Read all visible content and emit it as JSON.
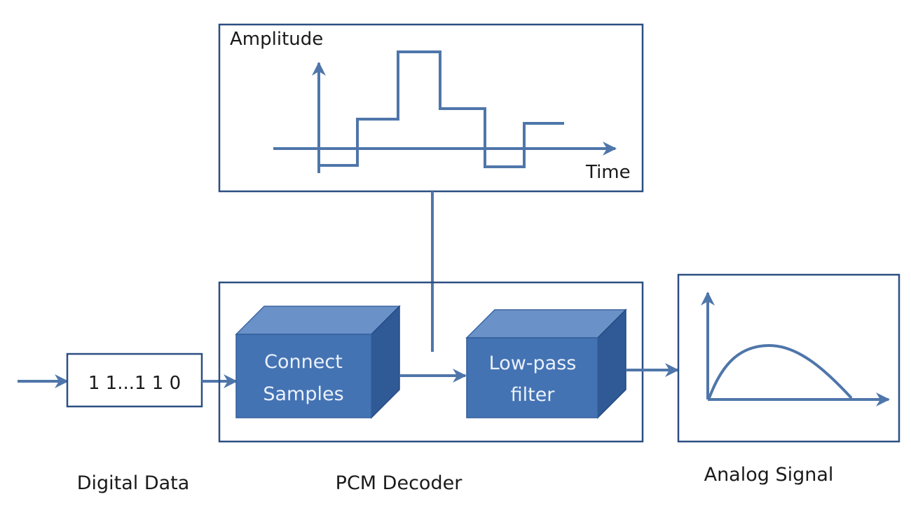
{
  "waveform_panel": {
    "y_axis_label": "Amplitude",
    "x_axis_label": "Time"
  },
  "input_box": {
    "bits": "1 1...1 1 0"
  },
  "decoder": {
    "block1_line1": "Connect",
    "block1_line2": "Samples",
    "block2_line1": "Low-pass",
    "block2_line2": "filter"
  },
  "captions": {
    "digital": "Digital Data",
    "decoder": "PCM Decoder",
    "analog": "Analog Signal"
  },
  "colors": {
    "line": "#4f76aa",
    "block_front": "#4473b4",
    "block_top": "#6a92c8",
    "block_side": "#2f5a96",
    "frame": "#2c4f82"
  }
}
